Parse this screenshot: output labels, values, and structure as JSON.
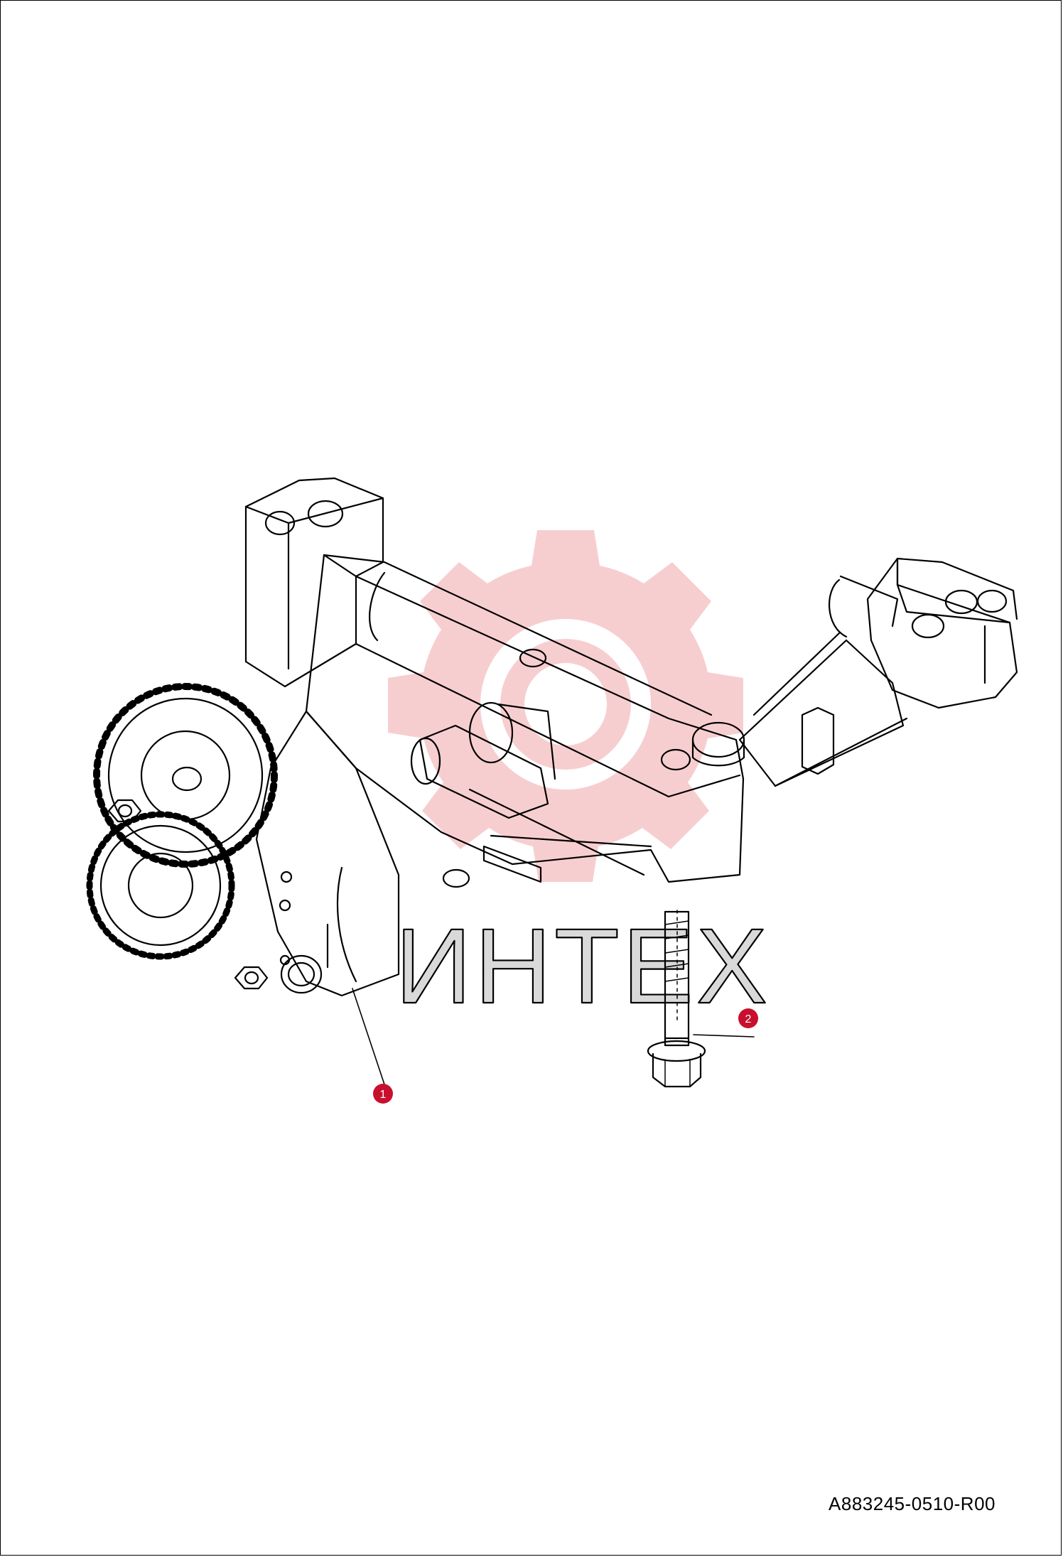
{
  "watermark": {
    "text": "ИНТЕХ",
    "gear_color": "#f7c9cc",
    "text_color": "#d9d9d9"
  },
  "callouts": [
    {
      "number": "1",
      "part": "oil-pump-assembly"
    },
    {
      "number": "2",
      "part": "flange-bolt"
    }
  ],
  "callout_color": "#c8102e",
  "document_code": "A883245-0510-R00"
}
